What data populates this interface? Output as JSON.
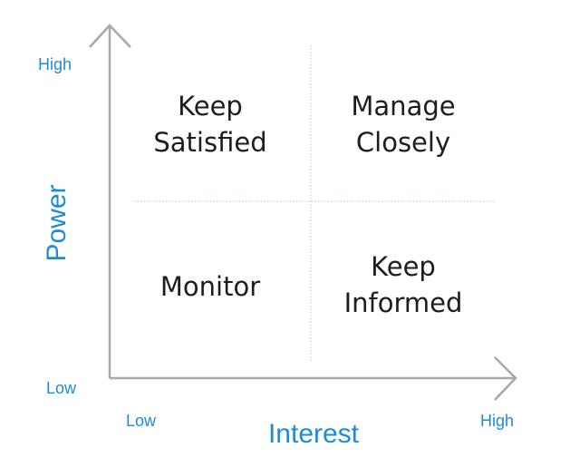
{
  "colors": {
    "axis": "#a8a8a8",
    "divider": "#c9dbe8",
    "label": "#1f8ad6",
    "text": "#1d1d1d"
  },
  "axes": {
    "y_title": "Power",
    "y_high": "High",
    "y_low": "Low",
    "x_title": "Interest",
    "x_low": "Low",
    "x_high": "High"
  },
  "quadrants": {
    "top_left": {
      "line1": "Keep",
      "line2": "Satisfied"
    },
    "top_right": {
      "line1": "Manage",
      "line2": "Closely"
    },
    "bottom_left": {
      "line1": "Monitor"
    },
    "bottom_right": {
      "line1": "Keep",
      "line2": "Informed"
    }
  }
}
